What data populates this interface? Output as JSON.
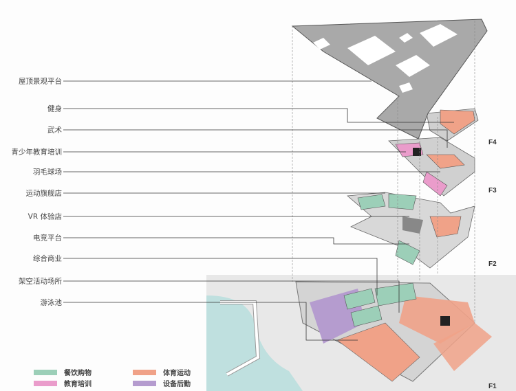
{
  "labels": [
    "屋顶景观平台",
    "健身",
    "武术",
    "青少年教育培训",
    "羽毛球场",
    "运动旗舰店",
    "VR 体验店",
    "电竞平台",
    "综合商业",
    "架空活动场所",
    "游泳池"
  ],
  "floors": [
    "F4",
    "F3",
    "F2",
    "F1"
  ],
  "legend": [
    {
      "label": "餐饮购物",
      "color": "#9ccfb8"
    },
    {
      "label": "体育运动",
      "color": "#f0a288"
    },
    {
      "label": "教育培训",
      "color": "#ea9ccb"
    },
    {
      "label": "设备后勤",
      "color": "#b59ccf"
    }
  ]
}
